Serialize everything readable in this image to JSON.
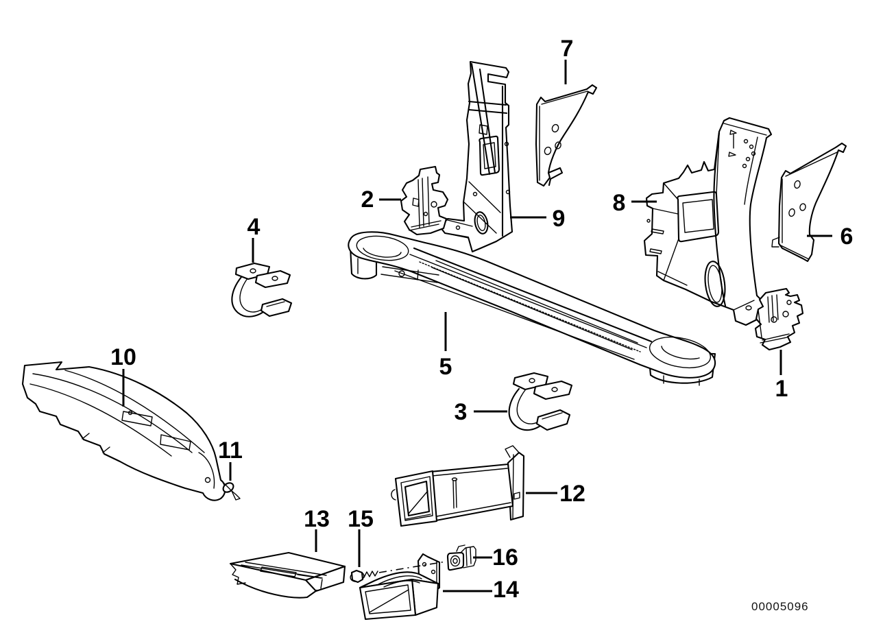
{
  "meta": {
    "background": "#ffffff",
    "line_color": "#000000",
    "label_color": "#000000"
  },
  "doc_number": "00005096",
  "callouts": [
    {
      "id": 1,
      "label": "1"
    },
    {
      "id": 2,
      "label": "2"
    },
    {
      "id": 3,
      "label": "3"
    },
    {
      "id": 4,
      "label": "4"
    },
    {
      "id": 5,
      "label": "5"
    },
    {
      "id": 6,
      "label": "6"
    },
    {
      "id": 7,
      "label": "7"
    },
    {
      "id": 8,
      "label": "8"
    },
    {
      "id": 9,
      "label": "9"
    },
    {
      "id": 10,
      "label": "10"
    },
    {
      "id": 11,
      "label": "11"
    },
    {
      "id": 12,
      "label": "12"
    },
    {
      "id": 13,
      "label": "13"
    },
    {
      "id": 14,
      "label": "14"
    },
    {
      "id": 15,
      "label": "15"
    },
    {
      "id": 16,
      "label": "16"
    }
  ]
}
